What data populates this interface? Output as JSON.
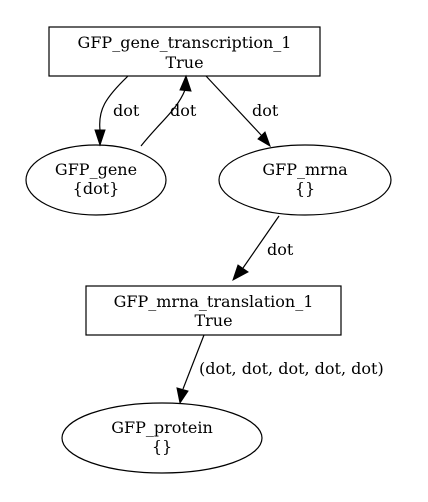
{
  "graph": {
    "nodes": {
      "gfp_gene_transcription_1": {
        "line1": "GFP_gene_transcription_1",
        "line2": "True"
      },
      "gfp_gene": {
        "line1": "GFP_gene",
        "line2": "{dot}"
      },
      "gfp_mrna": {
        "line1": "GFP_mrna",
        "line2": "{}"
      },
      "gfp_mrna_translation_1": {
        "line1": "GFP_mrna_translation_1",
        "line2": "True"
      },
      "gfp_protein": {
        "line1": "GFP_protein",
        "line2": "{}"
      }
    },
    "edges": {
      "transcription_to_gene": "dot",
      "gene_to_transcription": "dot",
      "transcription_to_mrna": "dot",
      "mrna_to_translation": "dot",
      "translation_to_protein": "(dot, dot, dot, dot, dot)"
    }
  },
  "style": {
    "stroke": "#000000",
    "background": "#ffffff"
  }
}
